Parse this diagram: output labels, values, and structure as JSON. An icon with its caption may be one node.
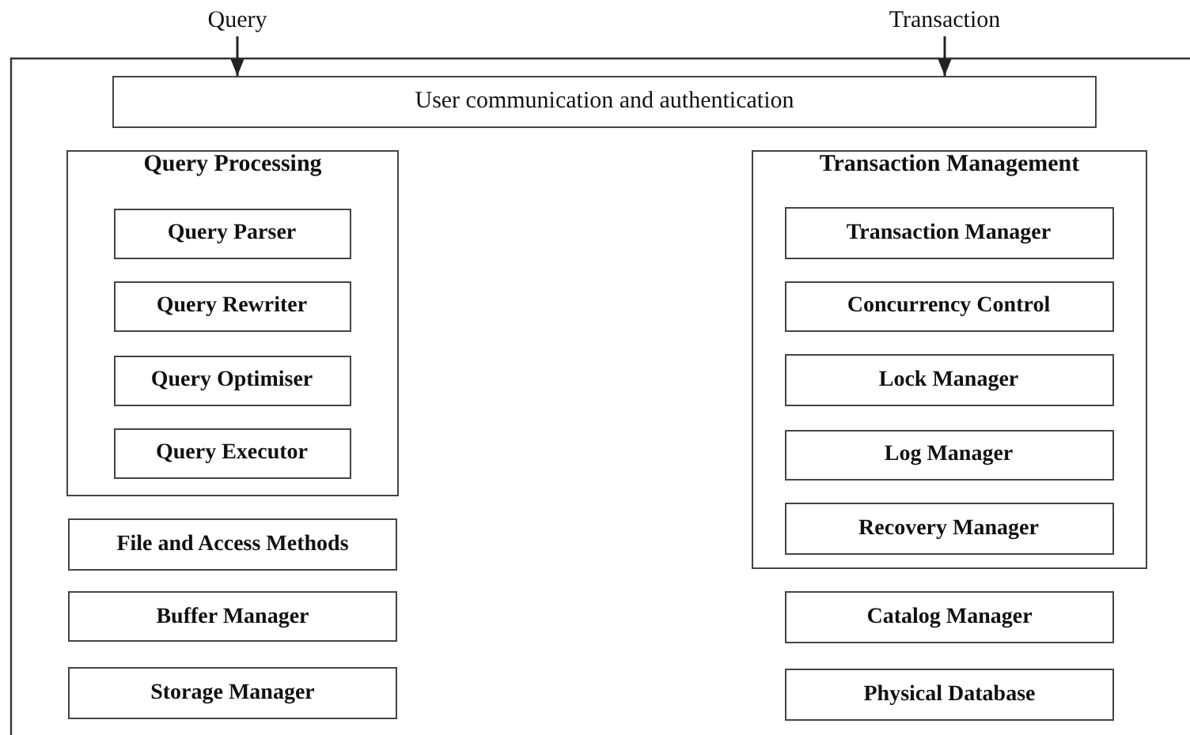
{
  "diagram": {
    "nodes": [
      {
        "text": [
          "Query"
        ]
      },
      {
        "text": [
          "Transaction"
        ]
      },
      {
        "text": [
          "User communication and authentication"
        ]
      },
      {
        "text": [
          "Query Processing"
        ]
      },
      {
        "text": [
          "Query Parser"
        ],
        "in": 3
      },
      {
        "text": [
          "Query Rewriter"
        ],
        "in": 3
      },
      {
        "text": [
          "Query Optimiser"
        ],
        "in": 3
      },
      {
        "text": [
          "Query Executor"
        ],
        "in": 3
      },
      {
        "text": [
          "File and Access Methods"
        ]
      },
      {
        "text": [
          "Buffer Manager"
        ]
      },
      {
        "text": [
          "Storage Manager"
        ]
      },
      {
        "text": [
          "Transaction Management"
        ]
      },
      {
        "text": [
          "Transaction Manager"
        ],
        "in": 11
      },
      {
        "text": [
          "Concurrency Control"
        ],
        "in": 11
      },
      {
        "text": [
          "Lock Manager"
        ],
        "in": 11
      },
      {
        "text": [
          "Log Manager"
        ],
        "in": 11
      },
      {
        "text": [
          "Recovery Manager"
        ],
        "in": 11
      },
      {
        "text": [
          "Catalog Manager"
        ]
      },
      {
        "text": [
          "Physical Database"
        ]
      }
    ],
    "edges": [
      {
        "from": 0,
        "to": 2,
        "arrow": "to"
      },
      {
        "from": 1,
        "to": 2,
        "arrow": "to"
      }
    ]
  }
}
